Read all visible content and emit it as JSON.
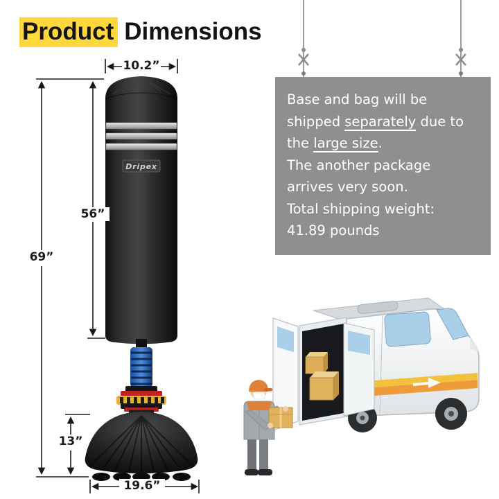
{
  "title": {
    "word1": "Product",
    "word2": "Dimensions"
  },
  "bag": {
    "brand": "Dripex"
  },
  "dimensions": {
    "bag_diameter": "10.2”",
    "bag_height": "56”",
    "total_height": "69”",
    "base_height": "13”",
    "base_width": "19.6”"
  },
  "info_panel": {
    "line1": "Base and bag will be",
    "line2_pre": "shipped ",
    "line2_underlined": "separately",
    "line2_post": " due to",
    "line3_pre": "the ",
    "line3_underlined": "large size",
    "line3_post": ".",
    "line4": "The another package",
    "line5": "arrives very soon.",
    "line6": "Total shipping weight:",
    "line7": "41.89 pounds"
  },
  "colors": {
    "title_highlight": "#FFD93C",
    "info_panel_bg": "#8F8F8F",
    "van_stripe_orange": "#EE9B3A",
    "van_stripe_yellow": "#F2C23C",
    "box_tan": "#E0B25C",
    "spring_blue": "#2F6FD0",
    "cap_orange": "#E0813A"
  }
}
